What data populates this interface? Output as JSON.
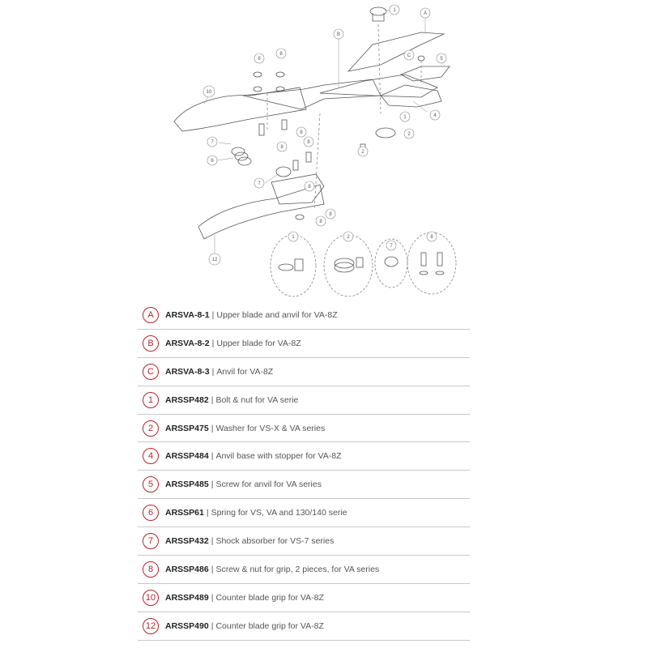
{
  "diagram": {
    "callouts": [
      "A",
      "B",
      "C",
      "1",
      "2",
      "4",
      "5",
      "6",
      "7",
      "8",
      "10",
      "12"
    ],
    "detail_groups": [
      "1",
      "2",
      "7",
      "8"
    ]
  },
  "parts": [
    {
      "ref": "A",
      "code": "ARSVA-8-1",
      "separator": "|",
      "description": "Upper blade and anvil for VA-8Z"
    },
    {
      "ref": "B",
      "code": "ARSVA-8-2",
      "separator": "|",
      "description": "Upper blade for VA-8Z"
    },
    {
      "ref": "C",
      "code": "ARSVA-8-3",
      "separator": "|",
      "description": "Anvil for VA-8Z"
    },
    {
      "ref": "1",
      "code": "ARSSP482",
      "separator": "|",
      "description": "Bolt & nut for VA serie"
    },
    {
      "ref": "2",
      "code": "ARSSP475",
      "separator": "|",
      "description": "Washer for VS-X & VA series"
    },
    {
      "ref": "4",
      "code": "ARSSP484",
      "separator": "|",
      "description": "Anvil base with stopper for VA-8Z"
    },
    {
      "ref": "5",
      "code": "ARSSP485",
      "separator": "|",
      "description": "Screw for anvil for VA series"
    },
    {
      "ref": "6",
      "code": "ARSSP61",
      "separator": "|",
      "description": "Spring for VS, VA and 130/140 serie"
    },
    {
      "ref": "7",
      "code": "ARSSP432",
      "separator": "|",
      "description": "Shock absorber for VS-7 series"
    },
    {
      "ref": "8",
      "code": "ARSSP486",
      "separator": "|",
      "description": "Screw & nut for grip, 2 pieces, for VA series"
    },
    {
      "ref": "10",
      "code": "ARSSP489",
      "separator": "|",
      "description": "Counter blade grip for VA-8Z"
    },
    {
      "ref": "12",
      "code": "ARSSP490",
      "separator": "|",
      "description": "Counter blade grip for VA-8Z"
    }
  ],
  "colors": {
    "accent": "#b5262b",
    "line": "#555555",
    "rule": "#c8c8c8"
  }
}
